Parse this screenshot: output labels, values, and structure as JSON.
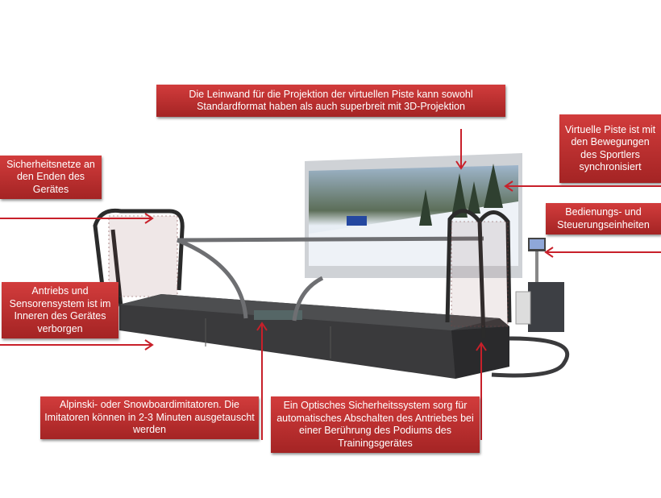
{
  "callouts": {
    "screen": "Die Leinwand für die Projektion der virtuellen Piste kann sowohl Standardformat haben als auch superbreit mit 3D-Projektion",
    "virtual_piste": "Virtuelle Piste ist mit den Bewegungen des Sportlers synchronisiert",
    "safety_nets": "Sicherheitsnetze an den Enden des Gerätes",
    "controls": "Bedienungs- und Steuerungseinheiten",
    "drive_system": "Antriebs und Sensorensystem ist im Inneren des Gerätes verborgen",
    "imitators": "Alpinski- oder Snowboardimitatoren. Die Imitatoren können in 2-3 Minuten ausgetauscht werden",
    "optical_safety": "Ein Optisches Sicherheitssystem sorg für automatisches Abschalten des Antriebes bei einer Berührung des Podiums des Trainingsgerätes"
  },
  "colors": {
    "callout": "#b83030",
    "arrow": "#c8202a",
    "machine": "#3a3a3c"
  }
}
